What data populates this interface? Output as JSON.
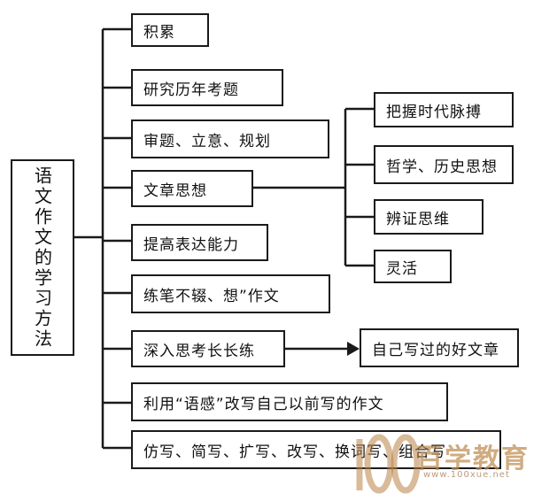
{
  "root": {
    "label": "语文作文的学习方法"
  },
  "methods": [
    {
      "label": "积累"
    },
    {
      "label": "研究历年考题"
    },
    {
      "label": "审题、立意、规划"
    },
    {
      "label": "文章思想"
    },
    {
      "label": "提高表达能力"
    },
    {
      "label": "练笔不辍、想”作文"
    },
    {
      "label": "深入思考长长练"
    },
    {
      "label": "利用“语感”改写自己以前写的作文"
    },
    {
      "label": "仿写、简写、扩写、改写、换词写、组合写"
    }
  ],
  "thought_aspects": [
    {
      "label": "把握时代脉搏"
    },
    {
      "label": "哲学、历史思想"
    },
    {
      "label": "辨证思维"
    },
    {
      "label": "灵活"
    }
  ],
  "practice_result": {
    "label": "自己写过的好文章"
  },
  "watermark": {
    "logo": "100",
    "brand": "百学教育",
    "url": "www.100xue.net"
  }
}
